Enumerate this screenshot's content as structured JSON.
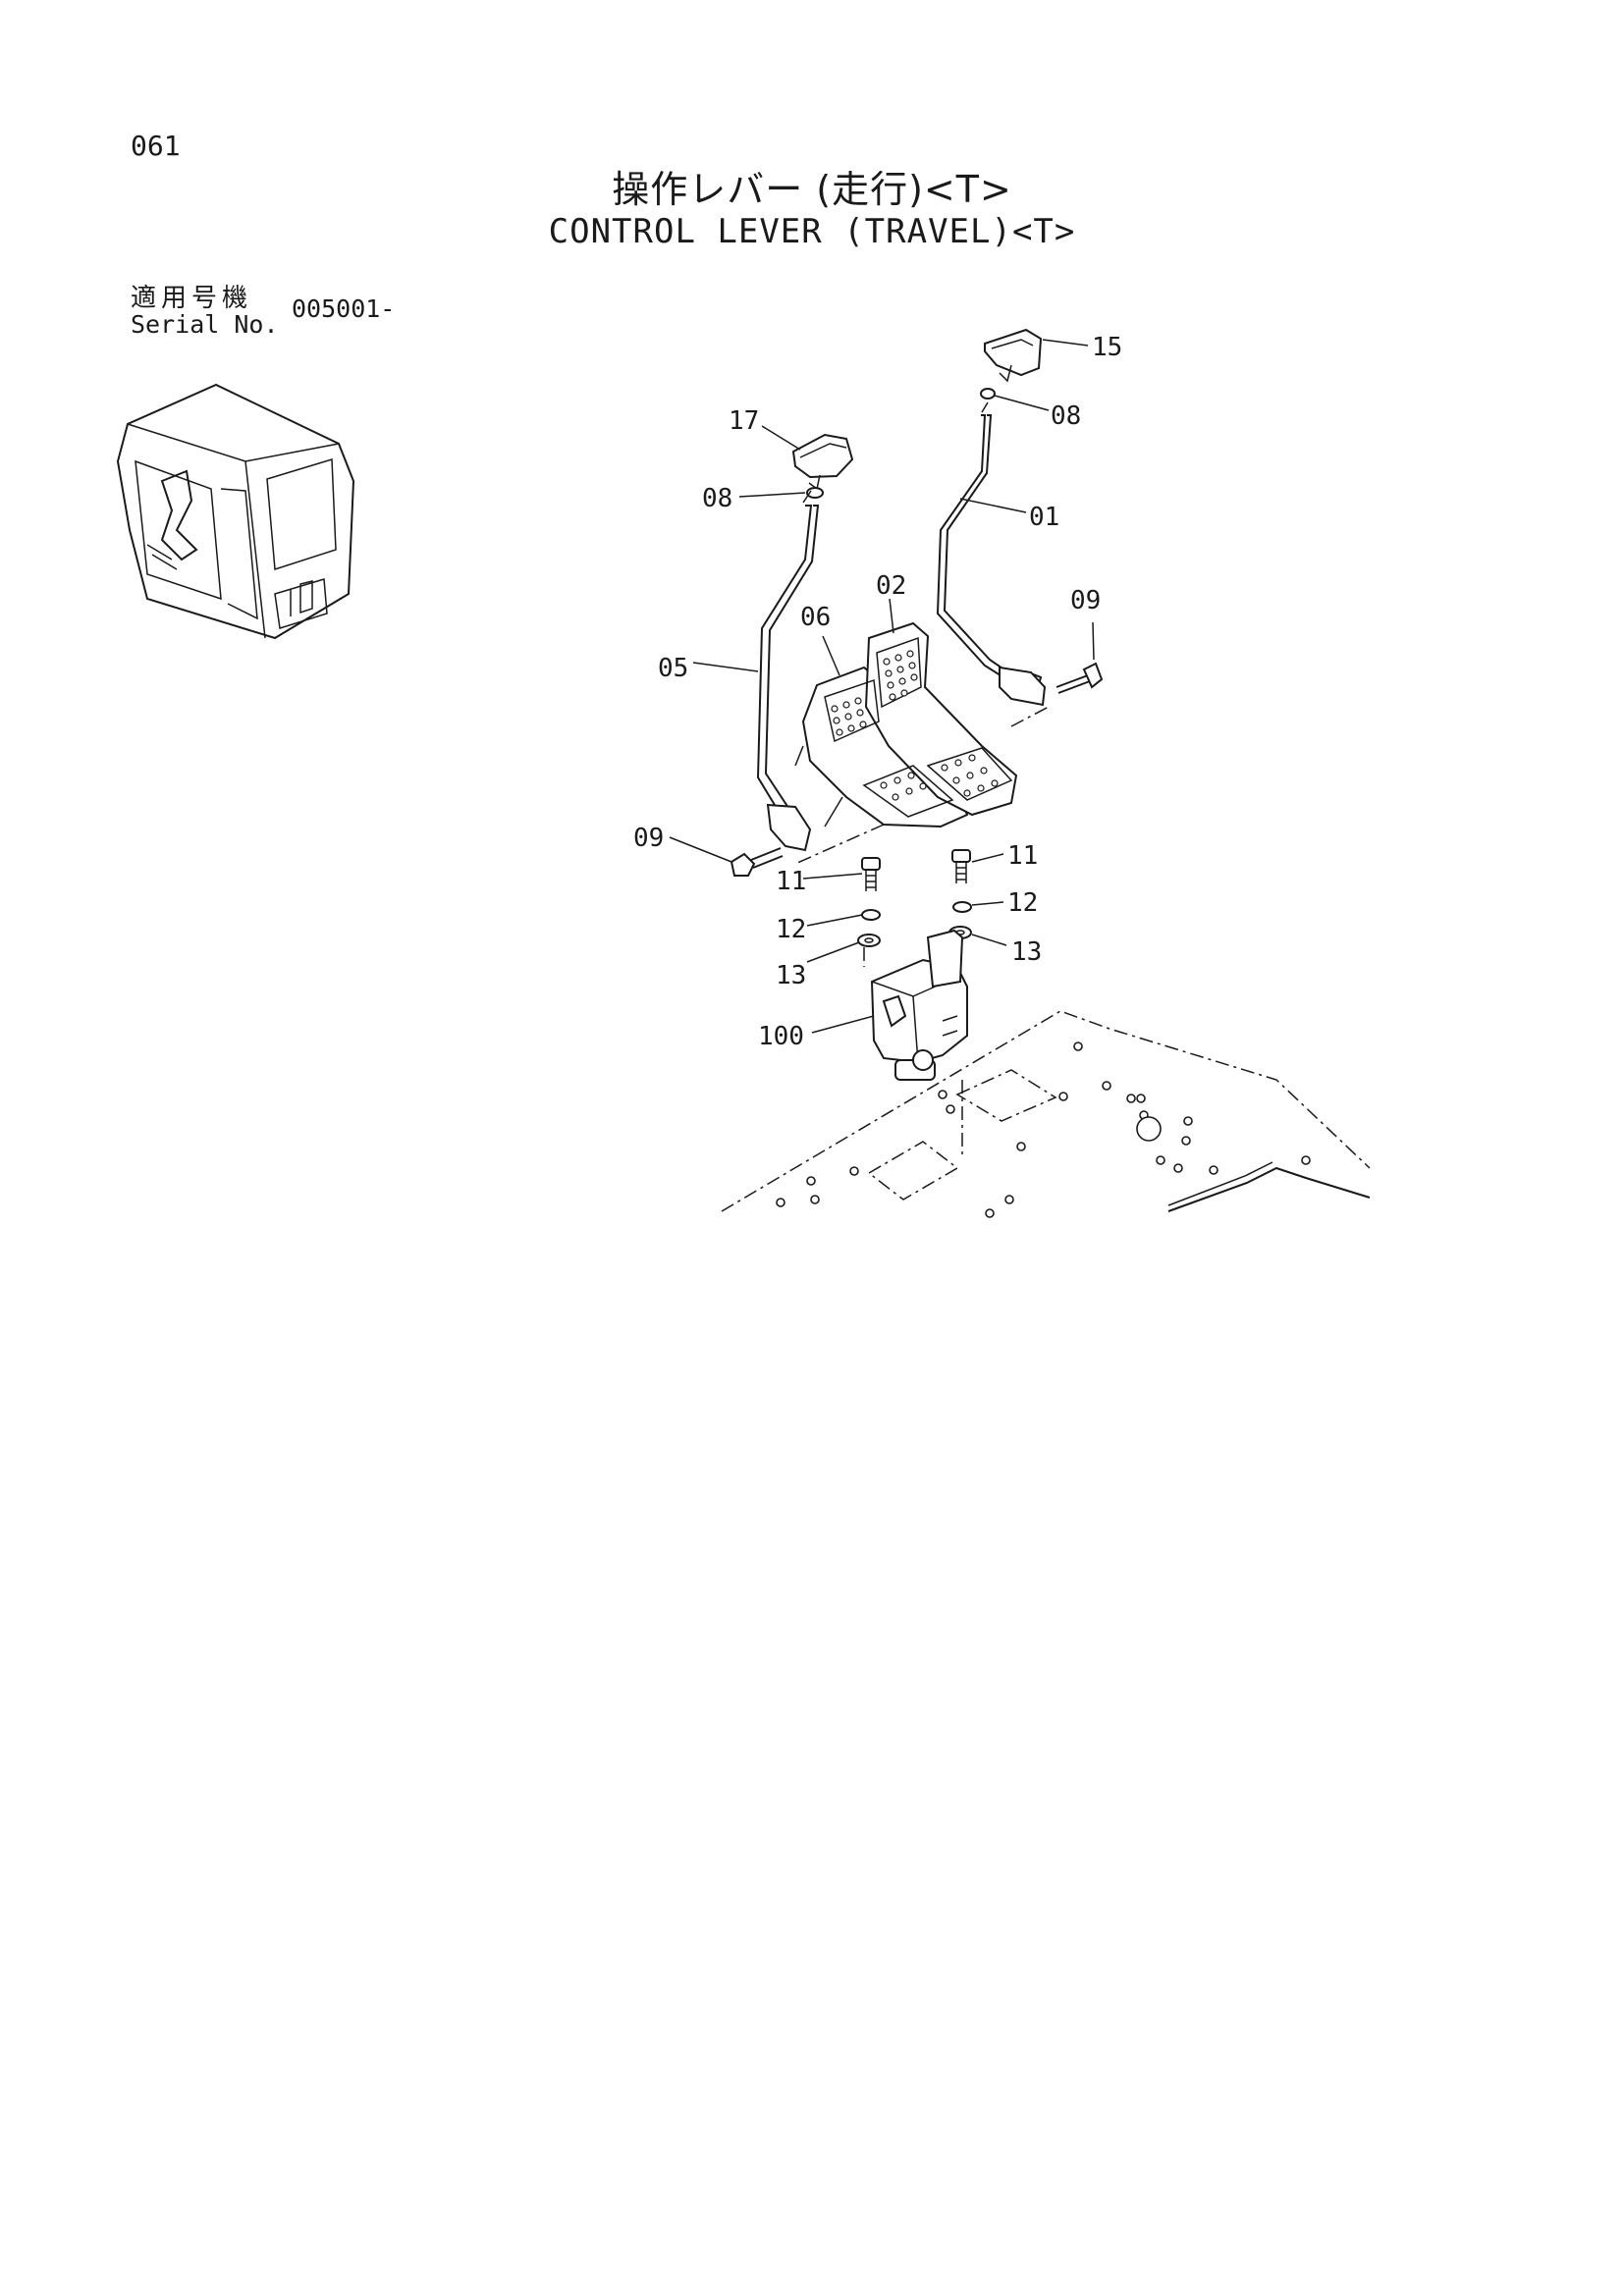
{
  "header": {
    "page_number": "061",
    "title_jp": "操作レバー (走行)<T>",
    "title_en": "CONTROL LEVER (TRAVEL)<T>"
  },
  "serial": {
    "label_jp": "適用号機",
    "label_en": "Serial No.",
    "value": "005001-"
  },
  "callouts": {
    "c15": "15",
    "c08_right": "08",
    "c01": "01",
    "c17": "17",
    "c08_left": "08",
    "c02": "02",
    "c06": "06",
    "c09_right": "09",
    "c05": "05",
    "c09_left": "09",
    "c11_left": "11",
    "c11_right": "11",
    "c12_left": "12",
    "c12_right": "12",
    "c13_left": "13",
    "c13_right": "13",
    "c100": "100"
  },
  "icons": [
    "cab-thumbnail",
    "knob-15",
    "knob-17",
    "lever-01",
    "lever-05",
    "pedals",
    "bolts",
    "pilot-valve-100",
    "floor-plate"
  ]
}
